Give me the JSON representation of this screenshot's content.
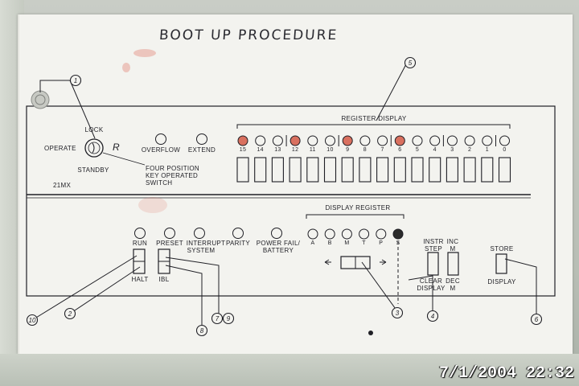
{
  "title": "BOOT UP PROCEDURE",
  "timestamp": "7/1/2004 22:32",
  "key_switch": {
    "top": "LOCK",
    "left": "OPERATE",
    "bottom": "STANDBY",
    "right_mark": "R",
    "desc1": "FOUR POSITION",
    "desc2": "KEY OPERATED",
    "desc3": "SWITCH"
  },
  "indicators": {
    "overflow": "OVERFLOW",
    "extend": "EXTEND"
  },
  "register_display": {
    "heading": "REGISTER DISPLAY",
    "bits": [
      "15",
      "14",
      "13",
      "12",
      "11",
      "10",
      "9",
      "8",
      "7",
      "6",
      "5",
      "4",
      "3",
      "2",
      "1",
      "0"
    ],
    "lit": [
      15,
      12,
      9,
      6
    ]
  },
  "model": "21MX",
  "display_register": {
    "heading": "DISPLAY REGISTER",
    "letters": [
      "A",
      "B",
      "M",
      "T",
      "P",
      "S"
    ]
  },
  "controls": {
    "run": "RUN",
    "halt": "HALT",
    "preset": "PRESET",
    "ibl": "IBL",
    "interrupt1": "INTERRUPT",
    "interrupt2": "SYSTEM",
    "parity": "PARITY",
    "power1": "POWER FAIL/",
    "power2": "BATTERY",
    "instr1": "INSTR",
    "instr2": "STEP",
    "clear1": "CLEAR",
    "clear2": "DISPLAY",
    "inc1": "INC",
    "inc2": "M",
    "dec1": "DEC",
    "dec2": "M",
    "store": "STORE",
    "display": "DISPLAY"
  },
  "callouts": [
    "1",
    "5",
    "10",
    "2",
    "8",
    "7",
    "9",
    "3",
    "4",
    "6"
  ],
  "colors": {
    "lit_lamp": "#d9705f",
    "ink": "#1f1f25",
    "paper": "#f3f3ef"
  }
}
